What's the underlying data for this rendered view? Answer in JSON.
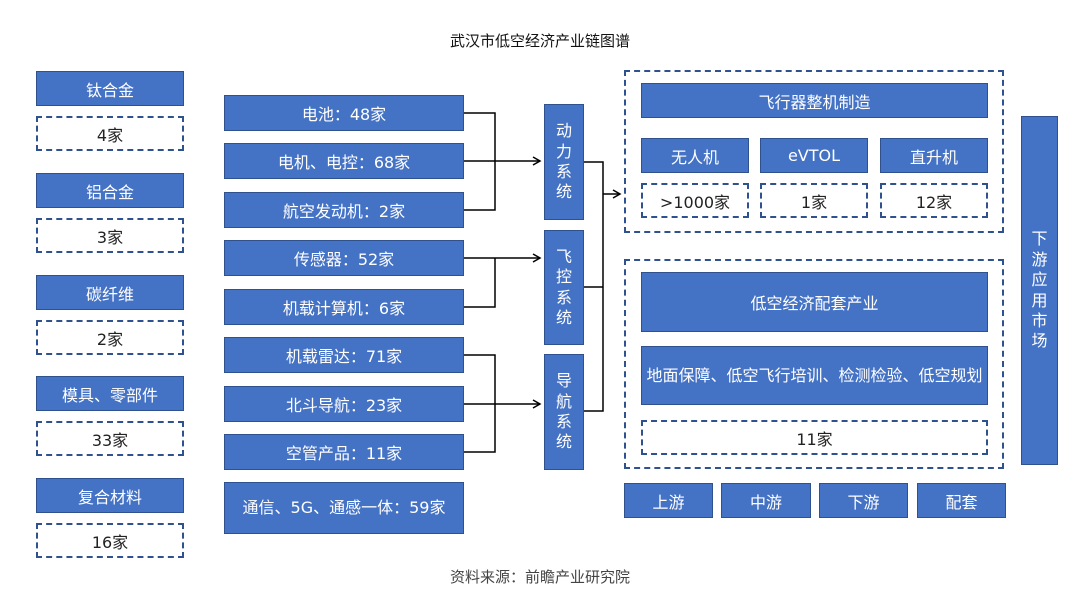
{
  "title": "武汉市低空经济产业链图谱",
  "source": "资料来源：前瞻产业研究院",
  "upstream_materials": [
    {
      "name": "钛合金",
      "count": "4家"
    },
    {
      "name": "铝合金",
      "count": "3家"
    },
    {
      "name": "碳纤维",
      "count": "2家"
    },
    {
      "name": "模具、零部件",
      "count": "33家"
    },
    {
      "name": "复合材料",
      "count": "16家"
    }
  ],
  "components": [
    {
      "label": "电池：48家"
    },
    {
      "label": "电机、电控：68家"
    },
    {
      "label": "航空发动机：2家"
    },
    {
      "label": "传感器：52家"
    },
    {
      "label": "机载计算机：6家"
    },
    {
      "label": "机载雷达：71家"
    },
    {
      "label": "北斗导航：23家"
    },
    {
      "label": "空管产品：11家"
    },
    {
      "label": "通信、5G、通感一体：59家"
    }
  ],
  "systems": [
    {
      "name": "动力系统",
      "chars": [
        "动",
        "力",
        "系",
        "统"
      ]
    },
    {
      "name": "飞控系统",
      "chars": [
        "飞",
        "控",
        "系",
        "统"
      ]
    },
    {
      "name": "导航系统",
      "chars": [
        "导",
        "航",
        "系",
        "统"
      ]
    }
  ],
  "midstream": {
    "header": "飞行器整机制造",
    "types": [
      {
        "name": "无人机",
        "count": ">1000家"
      },
      {
        "name": "eVTOL",
        "count": "1家"
      },
      {
        "name": "直升机",
        "count": "12家"
      }
    ]
  },
  "supporting": {
    "header": "低空经济配套产业",
    "description": "地面保障、低空飞行培训、检测检验、低空规划",
    "count": "11家"
  },
  "downstream": {
    "name": "下游应用市场",
    "chars": [
      "下",
      "游",
      "应",
      "用",
      "市",
      "场"
    ]
  },
  "legend": [
    "上游",
    "中游",
    "下游",
    "配套"
  ],
  "colors": {
    "primary": "#4472c4",
    "border": "#2f528f",
    "connector": "#000000"
  }
}
